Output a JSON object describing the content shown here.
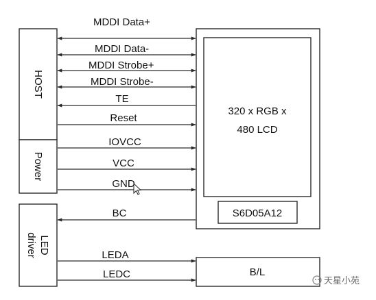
{
  "blocks": {
    "host": "HOST",
    "power": "Power",
    "led_driver": [
      "LED",
      "driver"
    ],
    "lcd_line1": "320 x RGB x",
    "lcd_line2": "480 LCD",
    "controller": "S6D05A12",
    "backlight": "B/L"
  },
  "signals": {
    "mddi_data_plus": "MDDI Data+",
    "mddi_data_minus": "MDDI Data-",
    "mddi_strobe_plus": "MDDI Strobe+",
    "mddi_strobe_minus": "MDDI Strobe-",
    "te": "TE",
    "reset": "Reset",
    "iovcc": "IOVCC",
    "vcc": "VCC",
    "gnd": "GND",
    "bc": "BC",
    "leda": "LEDA",
    "ledc": "LEDC"
  },
  "watermark": "天星小苑"
}
